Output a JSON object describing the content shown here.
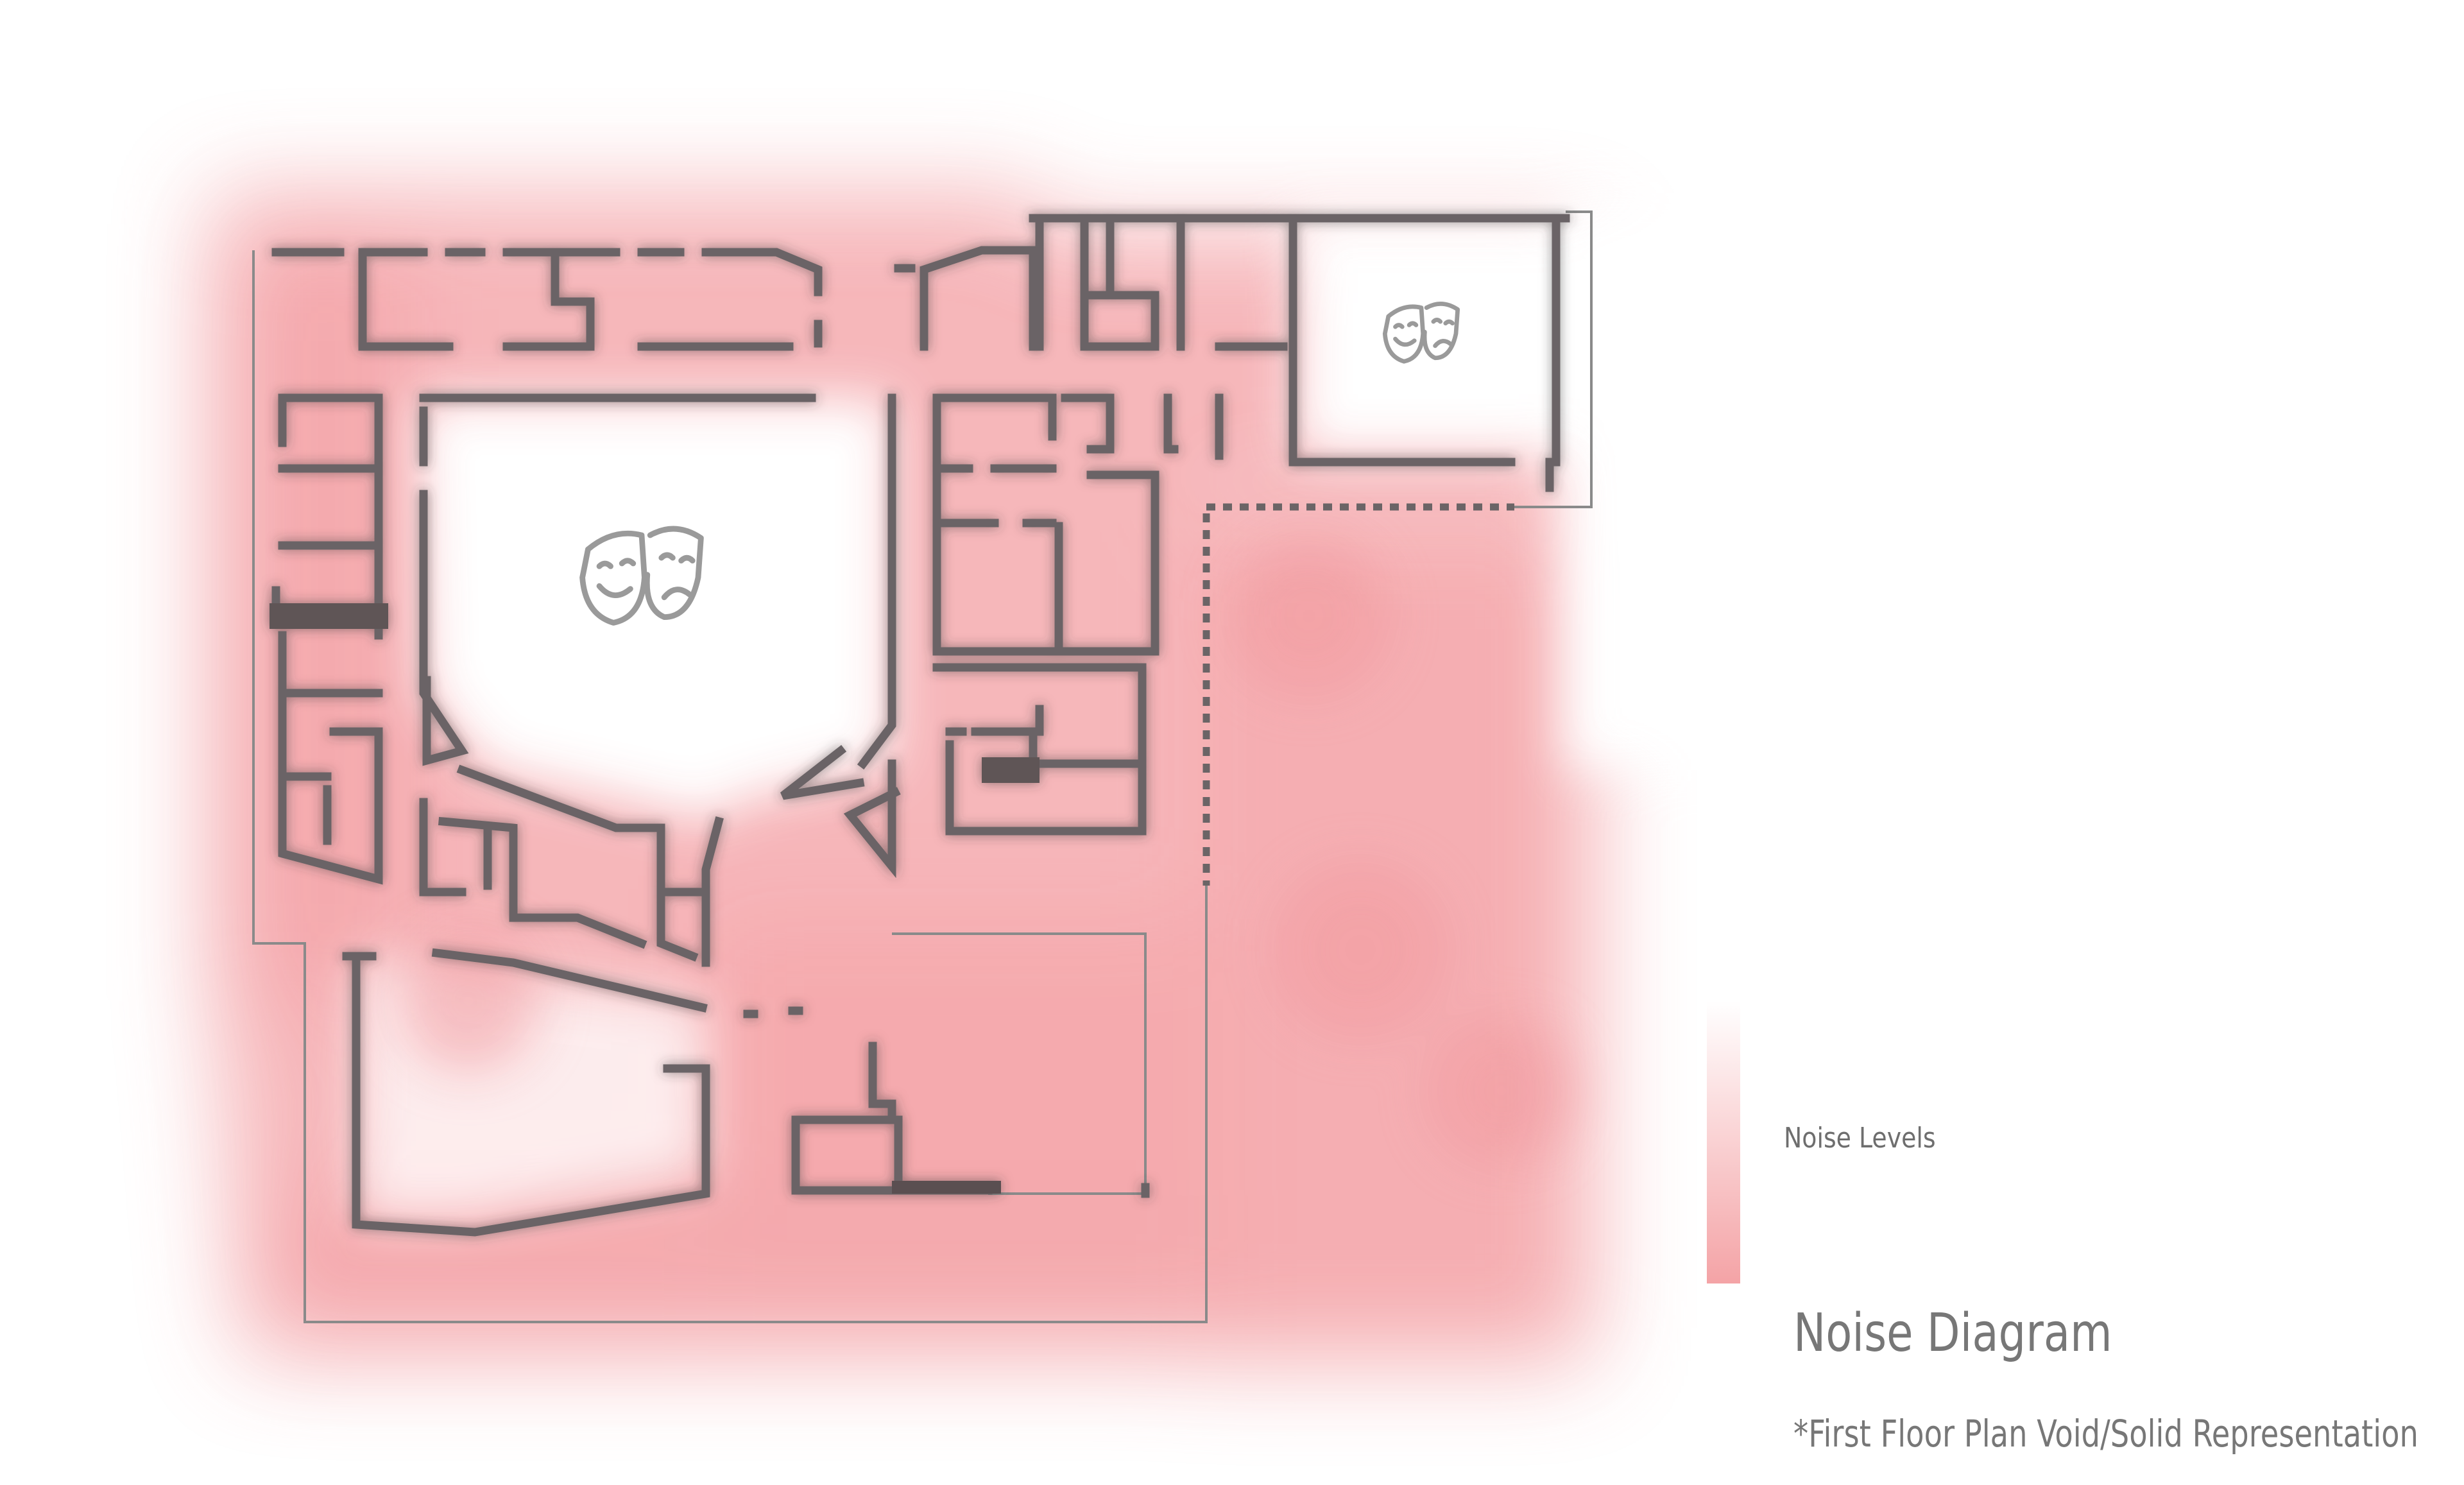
{
  "legend": {
    "label": "Noise Levels",
    "gradient_top_color": "#ffffff",
    "gradient_bottom_color": "#f4a3a6"
  },
  "title": "Noise Diagram",
  "note": "*First Floor Plan Void/Solid Representation",
  "colors": {
    "noise": "#f3a0a4",
    "wall": "#6b6466",
    "outline": "#8a8a8a",
    "icon": "#9a9a9a"
  },
  "icons": [
    "theater-masks-icon",
    "theater-masks-icon"
  ]
}
